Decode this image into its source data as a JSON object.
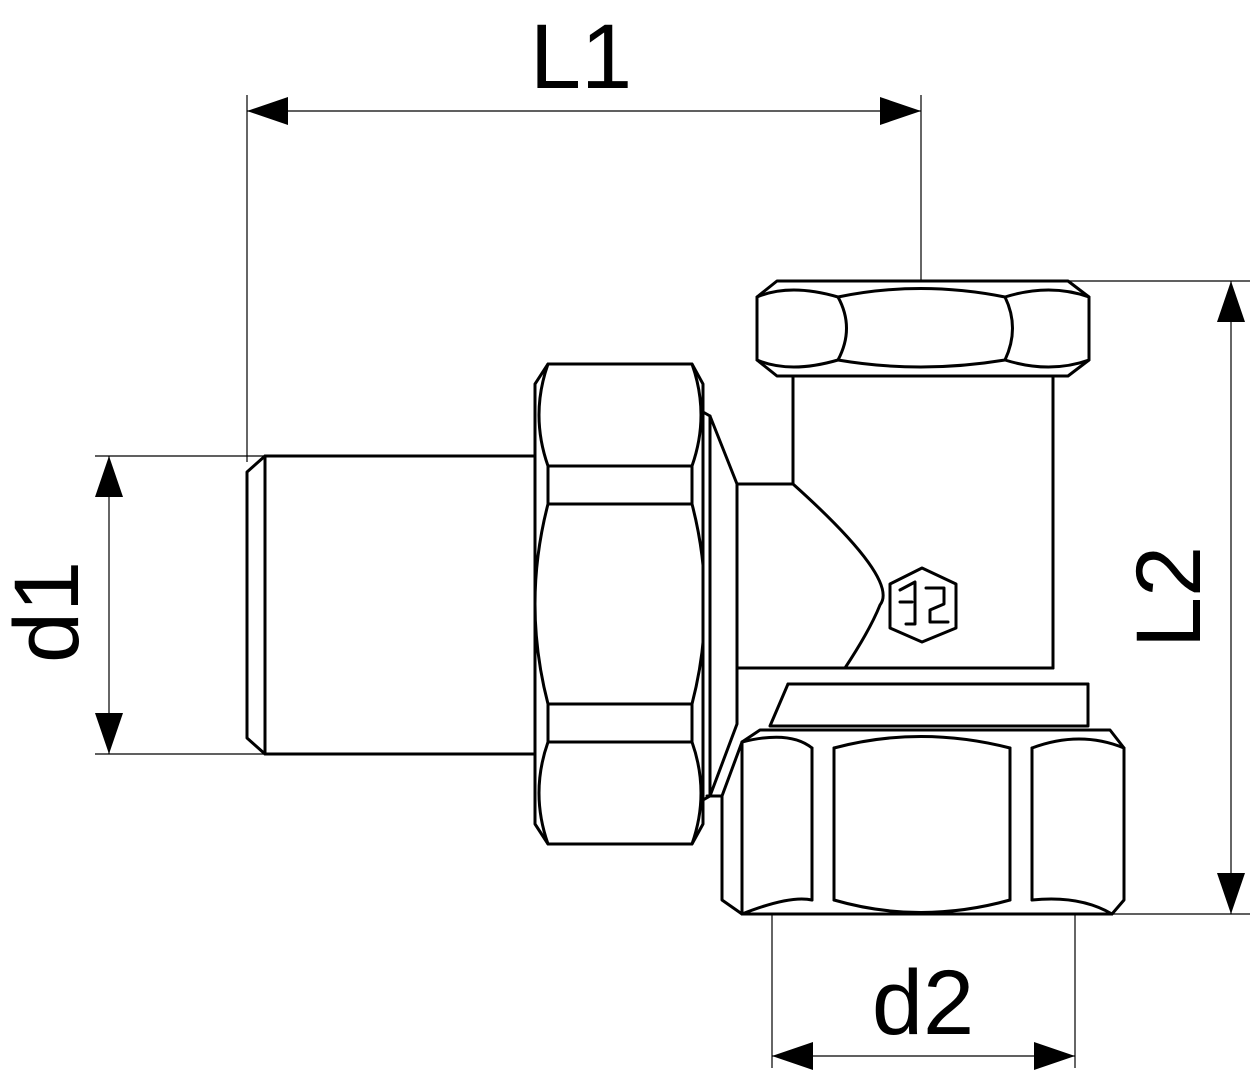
{
  "drawing": {
    "line_color": "#000000",
    "background": "#ffffff",
    "labels": {
      "L1": "L1",
      "L2": "L2",
      "d1": "d1",
      "d2": "d2"
    }
  }
}
